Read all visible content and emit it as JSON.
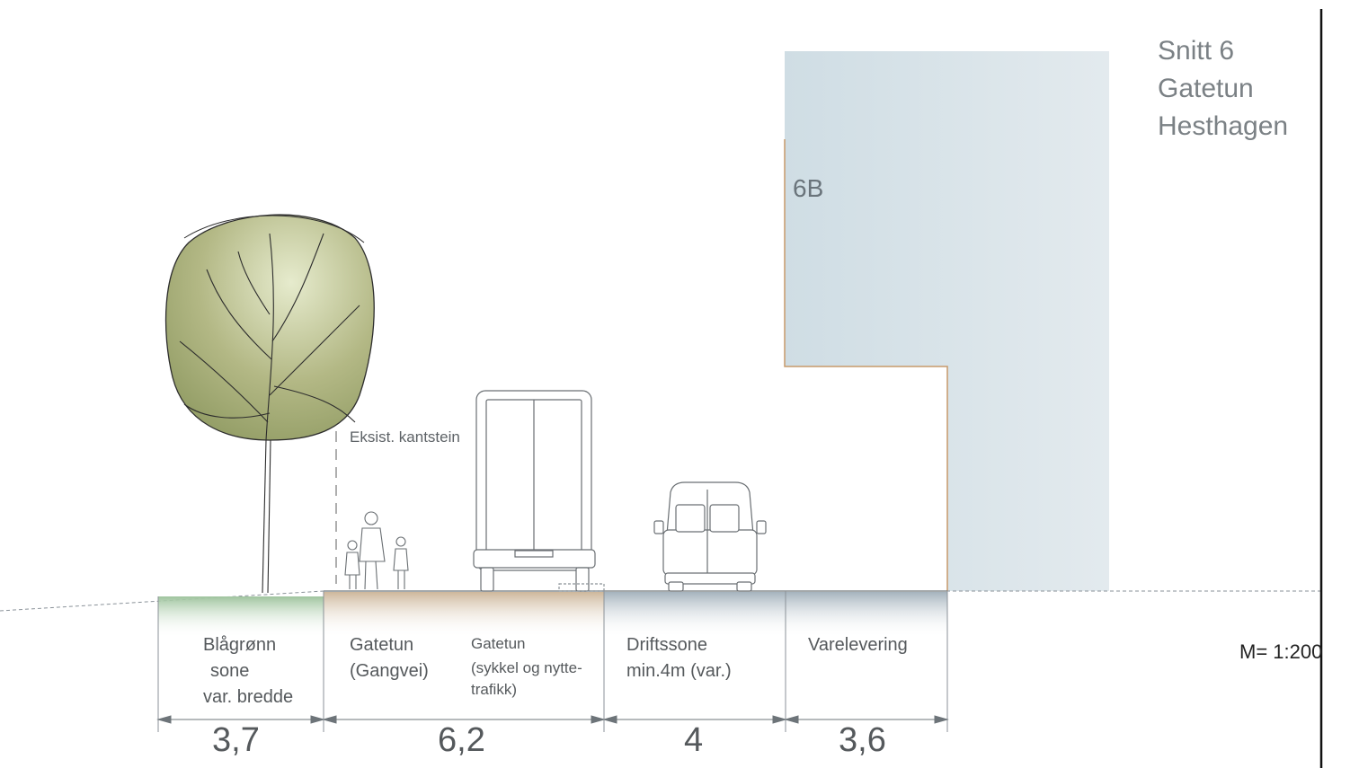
{
  "title": {
    "line1": "Snitt 6",
    "line2": "Gatetun",
    "line3": "Hesthagen"
  },
  "building_label": "6B",
  "curb_note": "Eksist. kantstein",
  "scale_label": "M= 1:200",
  "zones": [
    {
      "lines": [
        "Blågrønn",
        "sone",
        "var. bredde"
      ],
      "width": "3,7"
    },
    {
      "lines": [
        "Gatetun",
        "(Gangvei)"
      ],
      "width": "6,2",
      "sub_lines": [
        "Gatetun",
        "(sykkel og nytte-",
        "trafikk)"
      ]
    },
    {
      "lines": [
        "Driftssone",
        "min.4m (var.)"
      ],
      "width": "4"
    },
    {
      "lines": [
        "Varelevering"
      ],
      "width": "3,6"
    }
  ],
  "colors": {
    "green_zone": "#b7d3b6",
    "brown_zone": "#d8c8b4",
    "grey_zone": "#b9c3ca",
    "building": "#d3dfe5",
    "tree": "#a9b07a",
    "building_edge": "#c79a6a"
  }
}
